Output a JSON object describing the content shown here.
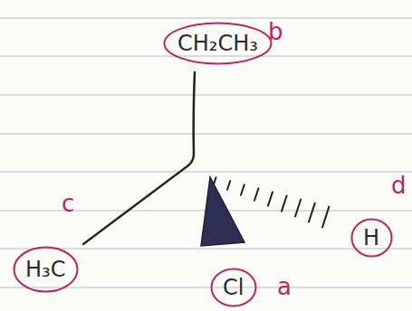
{
  "diagram": {
    "nodes": [
      {
        "text": [
          "CH₂CH₃"
        ]
      },
      {
        "text": [
          "H₃C"
        ]
      },
      {
        "text": [
          "Cl"
        ]
      },
      {
        "text": [
          "H"
        ]
      }
    ],
    "labels": [
      "b",
      "c",
      "a",
      "d"
    ]
  }
}
